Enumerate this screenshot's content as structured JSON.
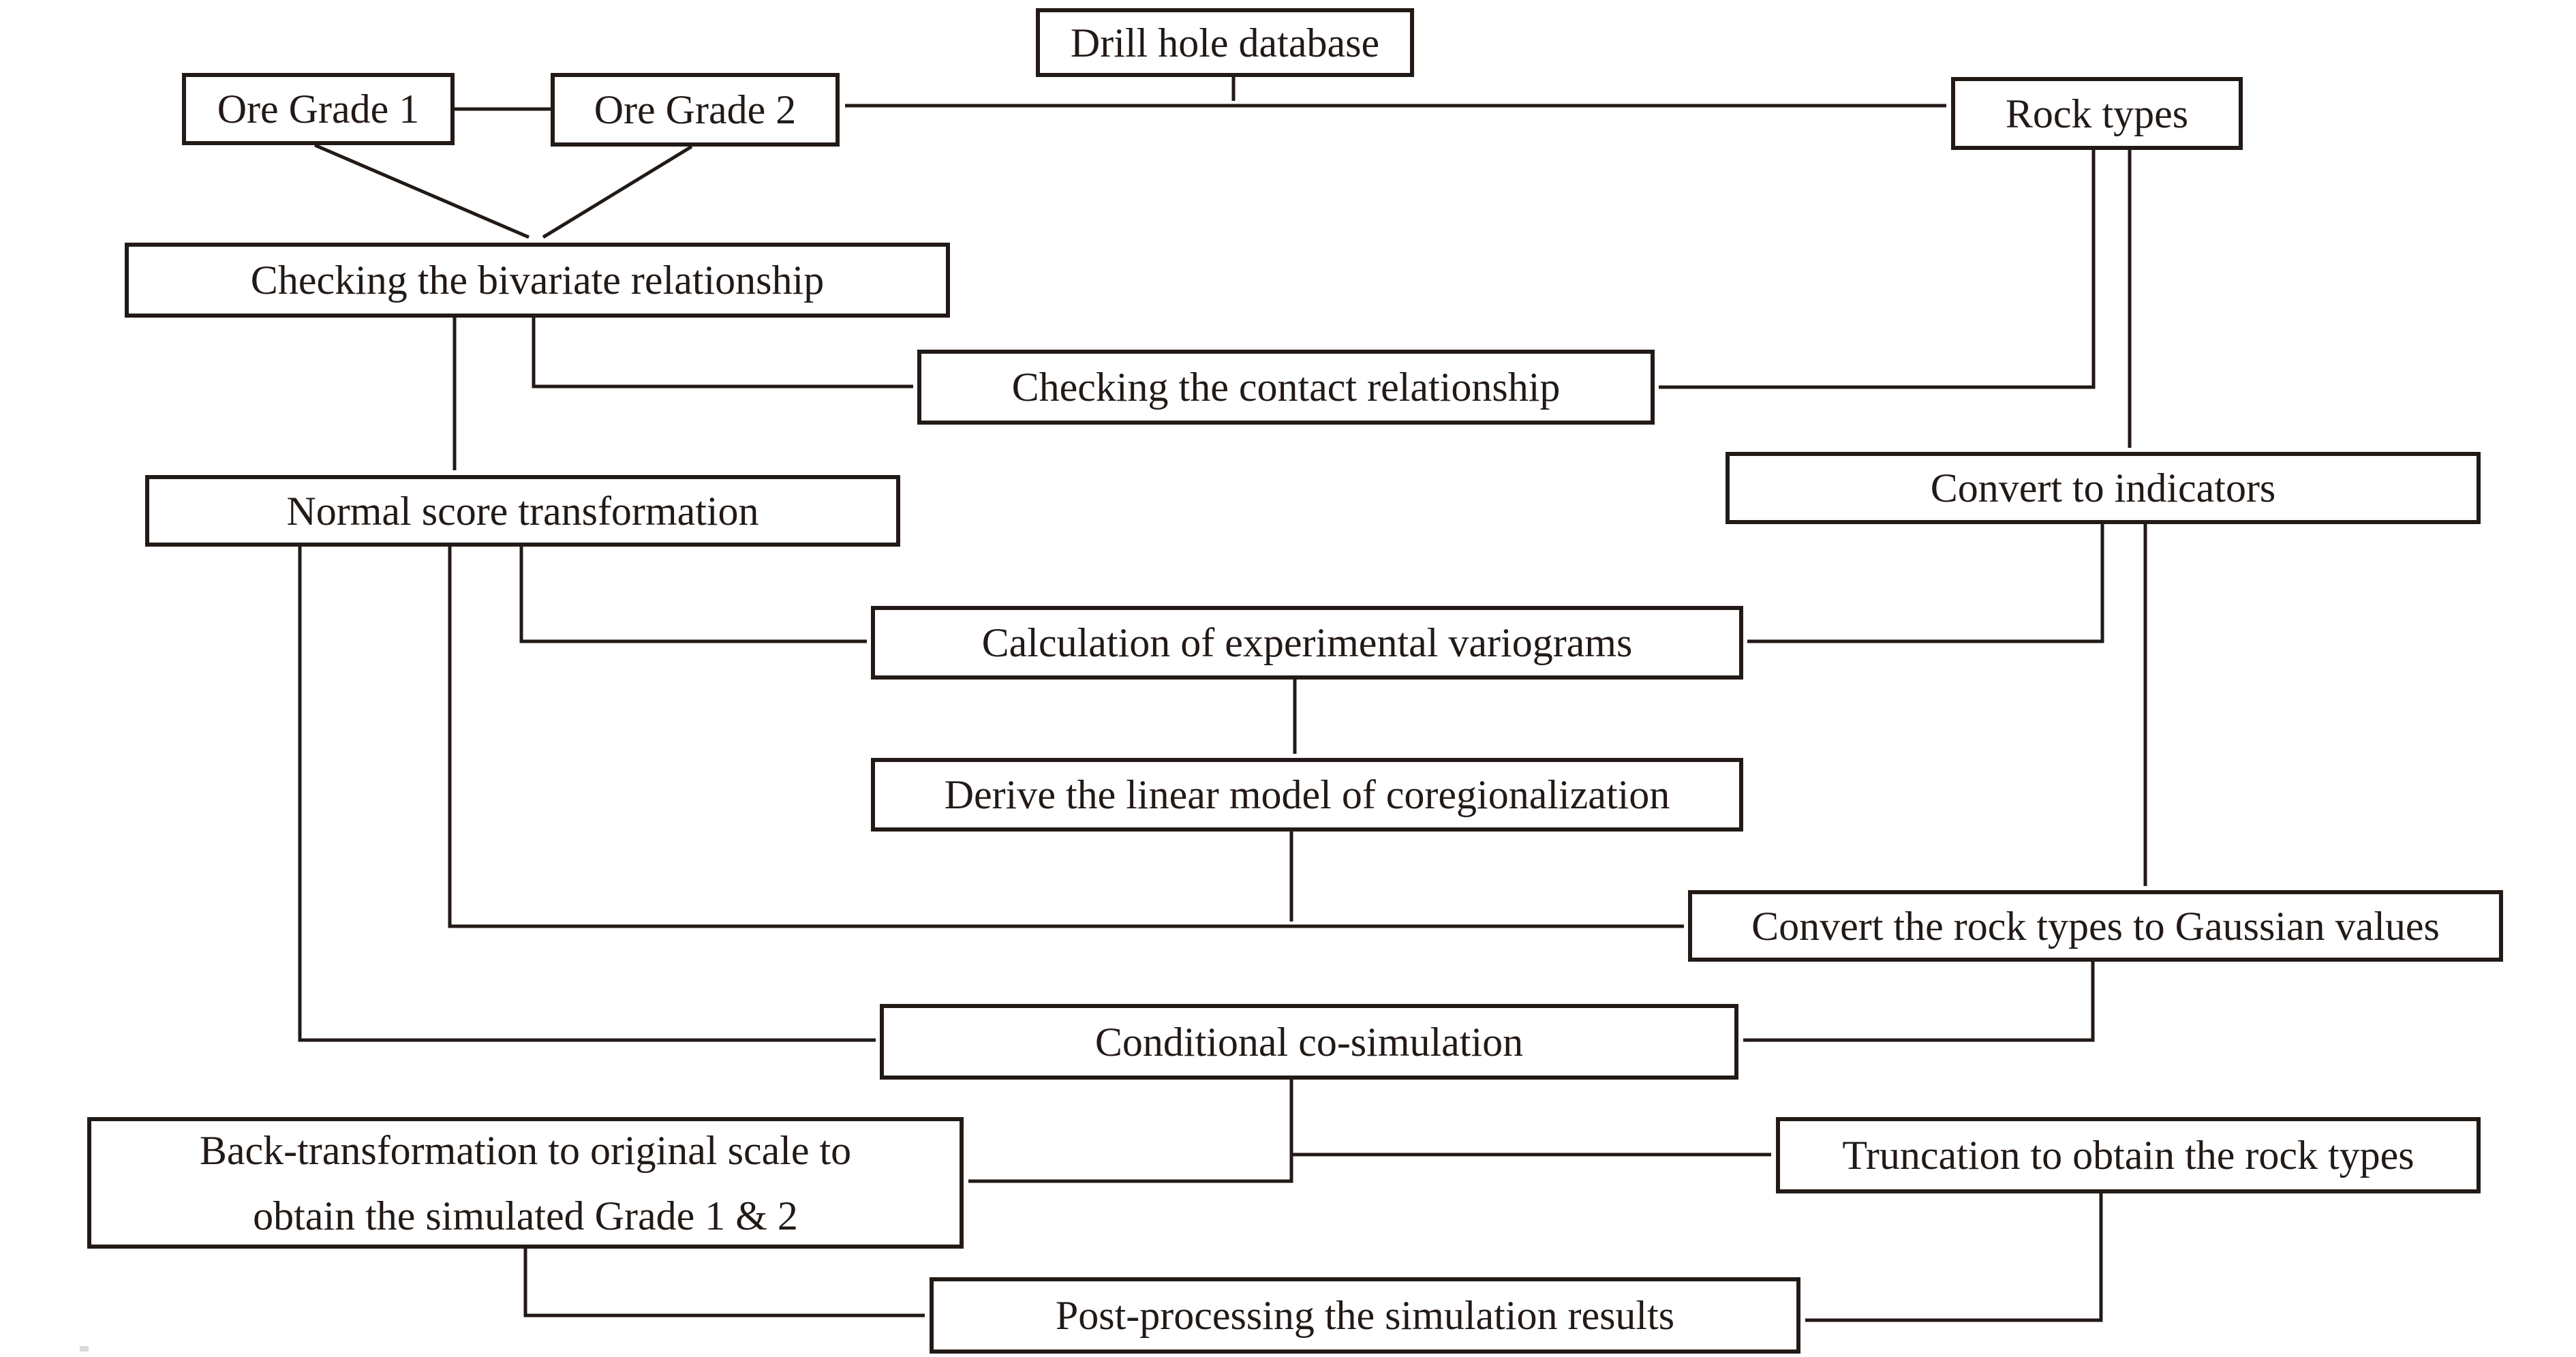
{
  "figure": {
    "type": "flowchart",
    "background_color": "#ffffff",
    "ink_color": "#221a16"
  },
  "nodes": {
    "drill_hole_database": {
      "label": "Drill hole database"
    },
    "ore_grade_1": {
      "label": "Ore Grade 1"
    },
    "ore_grade_2": {
      "label": "Ore Grade 2"
    },
    "rock_types": {
      "label": "Rock types"
    },
    "checking_bivariate": {
      "label": "Checking the bivariate relationship"
    },
    "checking_contact": {
      "label": "Checking the contact relationship"
    },
    "normal_score": {
      "label": "Normal score transformation"
    },
    "convert_indicators": {
      "label": "Convert to indicators"
    },
    "calc_variograms": {
      "label": "Calculation of experimental variograms"
    },
    "derive_lmc": {
      "label": "Derive the linear model of coregionalization"
    },
    "convert_gaussian": {
      "label": "Convert the rock types to Gaussian values"
    },
    "conditional_cosim": {
      "label": "Conditional co-simulation"
    },
    "back_transformation": {
      "line1": "Back-transformation to original scale to",
      "line2": "obtain the simulated Grade 1 & 2"
    },
    "truncation": {
      "label": "Truncation to obtain the rock types"
    },
    "post_processing": {
      "label": "Post-processing the simulation results"
    }
  },
  "edges": [
    {
      "from": "drill_hole_database",
      "to": "ore_grade_2",
      "style": "arrow"
    },
    {
      "from": "drill_hole_database",
      "to": "rock_types",
      "style": "arrow"
    },
    {
      "from": "ore_grade_1",
      "to": "ore_grade_2",
      "style": "plain-link"
    },
    {
      "from": "ore_grade_1",
      "to": "checking_bivariate",
      "style": "arrow"
    },
    {
      "from": "ore_grade_2",
      "to": "checking_bivariate",
      "style": "arrow"
    },
    {
      "from": "checking_bivariate",
      "to": "normal_score",
      "style": "arrow"
    },
    {
      "from": "checking_bivariate",
      "to": "checking_contact",
      "style": "arrow"
    },
    {
      "from": "rock_types",
      "to": "checking_contact",
      "style": "arrow"
    },
    {
      "from": "rock_types",
      "to": "convert_indicators",
      "style": "arrow"
    },
    {
      "from": "convert_indicators",
      "to": "calc_variograms",
      "style": "arrow"
    },
    {
      "from": "convert_indicators",
      "to": "convert_gaussian",
      "style": "arrow"
    },
    {
      "from": "normal_score",
      "to": "calc_variograms",
      "style": "arrow"
    },
    {
      "from": "normal_score",
      "to": "convert_gaussian",
      "style": "arrow"
    },
    {
      "from": "normal_score",
      "to": "conditional_cosim",
      "style": "arrow"
    },
    {
      "from": "calc_variograms",
      "to": "derive_lmc",
      "style": "arrow"
    },
    {
      "from": "derive_lmc",
      "to": "convert_gaussian",
      "style": "arrow-merge"
    },
    {
      "from": "convert_gaussian",
      "to": "conditional_cosim",
      "style": "arrow"
    },
    {
      "from": "conditional_cosim",
      "to": "truncation",
      "style": "arrow"
    },
    {
      "from": "conditional_cosim",
      "to": "back_transformation",
      "style": "arrow"
    },
    {
      "from": "back_transformation",
      "to": "post_processing",
      "style": "arrow"
    },
    {
      "from": "truncation",
      "to": "post_processing",
      "style": "arrow"
    }
  ],
  "artifacts": [
    {
      "name": "scan-smudge",
      "color": "#d9d9d9"
    }
  ]
}
